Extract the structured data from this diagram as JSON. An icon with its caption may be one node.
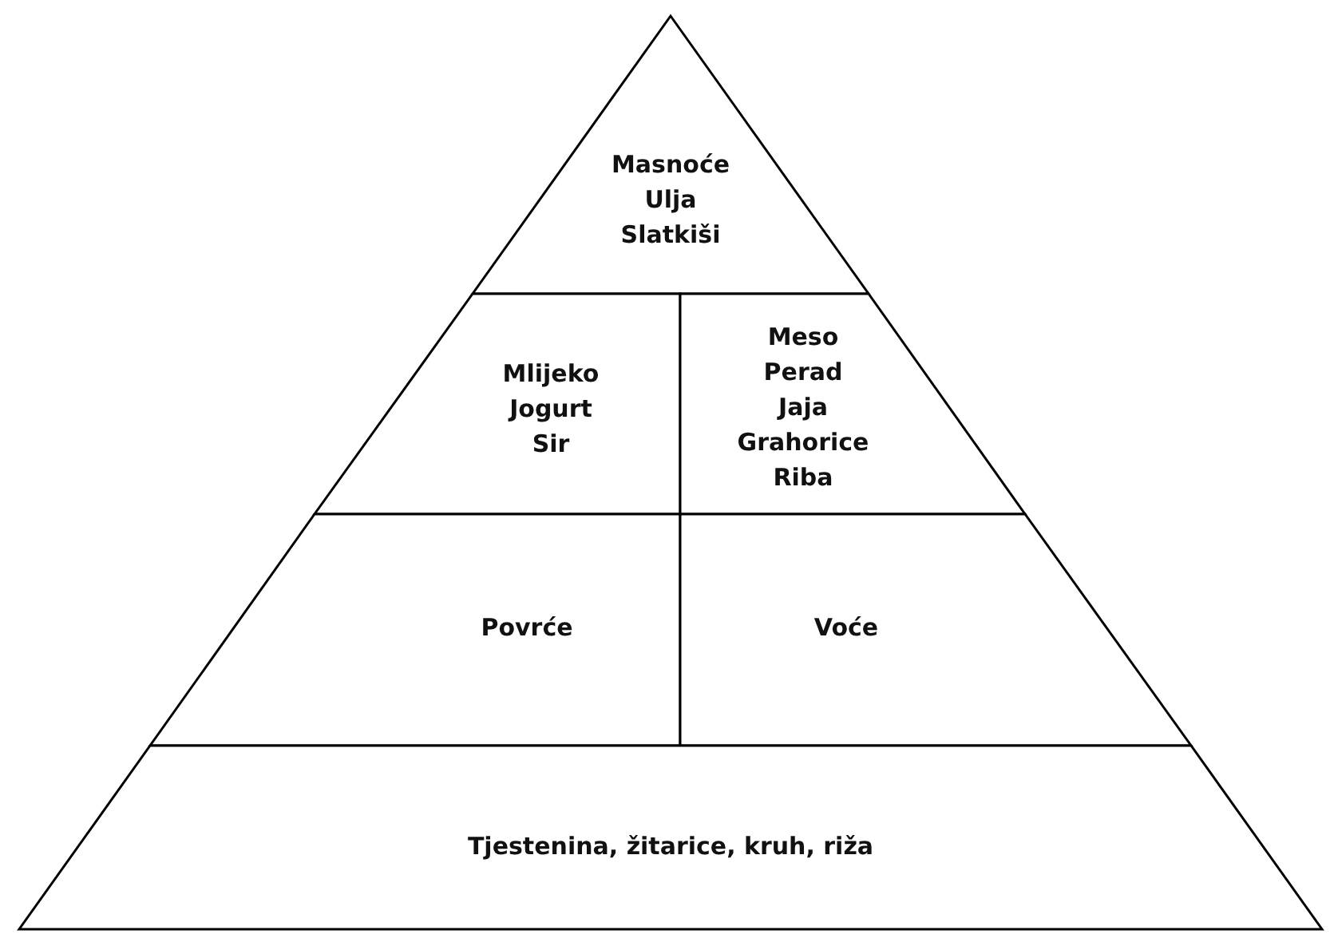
{
  "diagram": {
    "nodes": [
      {
        "text": [
          "Masnoće",
          "Ulja",
          "Slatkiši"
        ]
      },
      {
        "text": [
          "Mlijeko",
          "Jogurt",
          "Sir"
        ]
      },
      {
        "text": [
          "Meso",
          "Perad",
          "Jaja",
          "Grahorice",
          "Riba"
        ]
      },
      {
        "text": [
          "Povrće"
        ]
      },
      {
        "text": [
          "Voće"
        ]
      },
      {
        "text": [
          "Tjestenina, žitarice, kruh, riža"
        ]
      }
    ]
  }
}
